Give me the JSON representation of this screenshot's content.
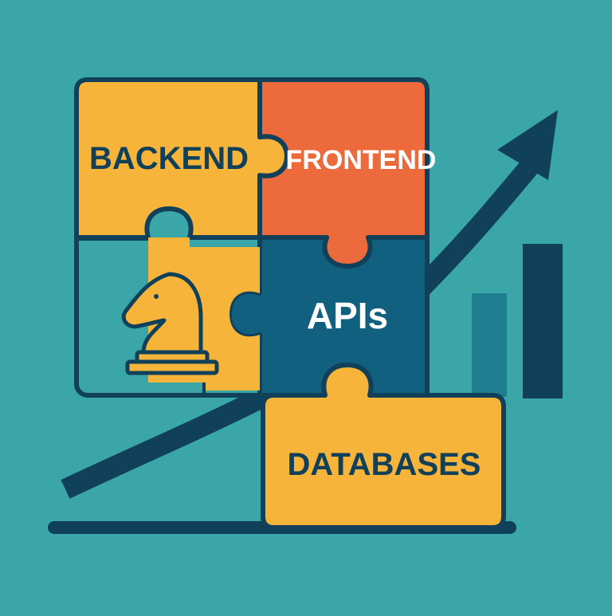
{
  "colors": {
    "background": "#3aa6a8",
    "navy": "#10405a",
    "yellow": "#f6b43a",
    "orange": "#ec6a3b",
    "blue": "#11607f",
    "bar_light": "#1f7f90",
    "white": "#ffffff"
  },
  "pieces": {
    "backend": {
      "label": "BACKEND"
    },
    "frontend": {
      "label": "FRONTEND"
    },
    "apis": {
      "label": "APIs"
    },
    "databases": {
      "label": "DATABASES"
    }
  },
  "icons": {
    "chess": "chess-knight-icon",
    "growth_arrow": "upward-trend-arrow-icon",
    "bars": "bar-chart-icon"
  }
}
